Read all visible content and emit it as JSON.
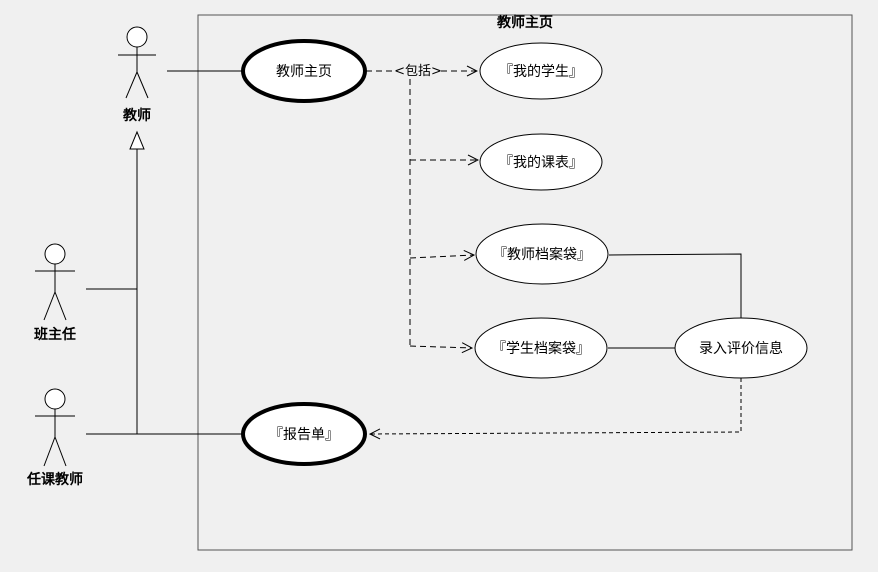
{
  "system": {
    "title": "教师主页"
  },
  "actors": {
    "teacher": "教师",
    "head_teacher": "班主任",
    "subject_teacher": "任课教师"
  },
  "use_cases": {
    "teacher_home": "教师主页",
    "my_students": "『我的学生』",
    "my_schedule": "『我的课表』",
    "teacher_archive": "『教师档案袋』",
    "student_archive": "『学生档案袋』",
    "enter_evaluation": "录入评价信息",
    "report_card": "『报告单』"
  },
  "relations": {
    "include_label": "<包括>"
  }
}
